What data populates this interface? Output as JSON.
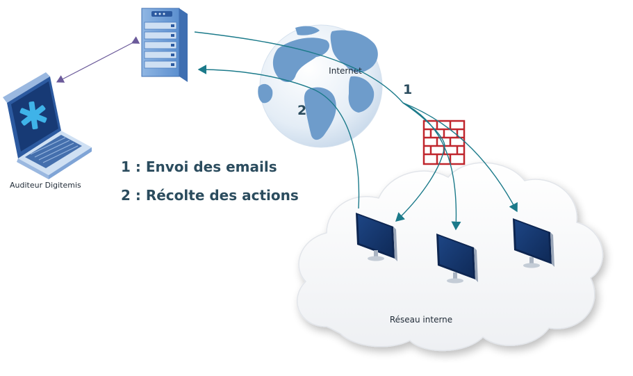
{
  "nodes": {
    "auditor_label": "Auditeur Digitemis",
    "internet_label": "Internet",
    "network_label": "Réseau interne"
  },
  "legend": {
    "item1": "1 : Envoi des emails",
    "item2": "2 : Récolte des actions"
  },
  "steps": {
    "step1": "1",
    "step2": "2"
  },
  "colors": {
    "arrow_teal": "#1b7a8a",
    "arrow_purple": "#6b5a9a",
    "firewall_red": "#c0262d",
    "monitor_navy": "#16386e",
    "globe_blue": "#6e9ccb",
    "legend_text": "#2b4c5e"
  }
}
